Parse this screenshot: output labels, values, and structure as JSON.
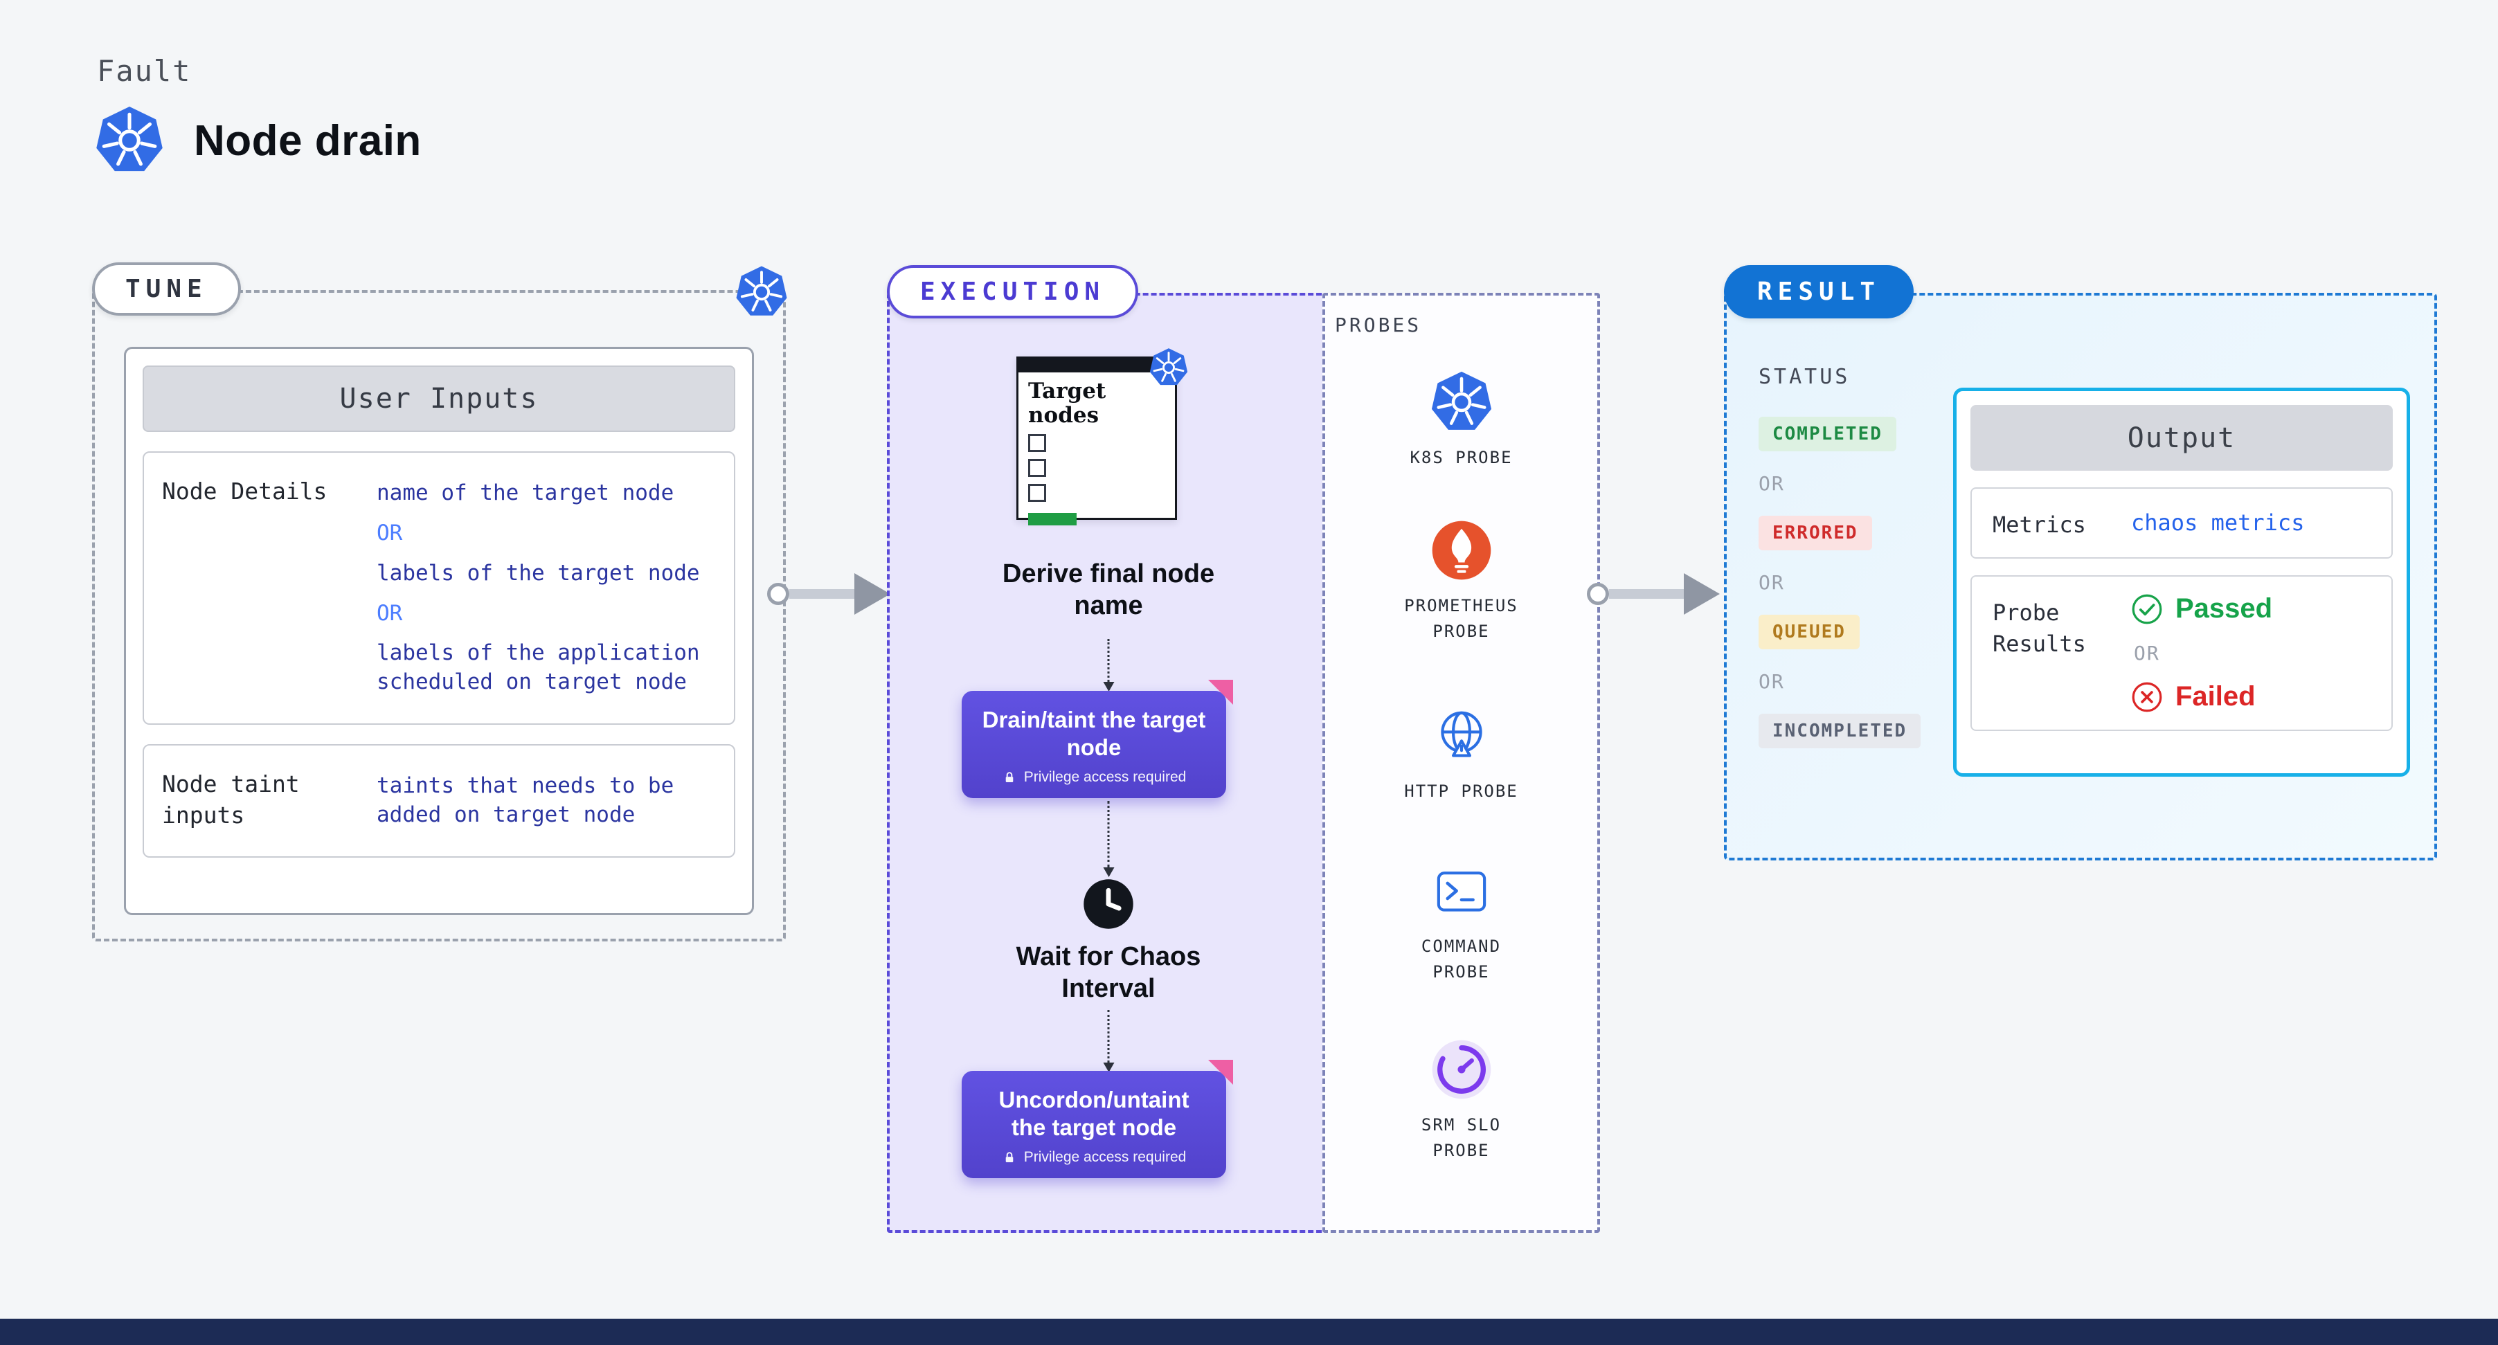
{
  "colors": {
    "bg": "#f4f6f8",
    "purple": "#5a4bd8",
    "purple-bg": "#e9e6fc",
    "blue": "#1273d4",
    "cyan": "#17b0e8",
    "k8s-blue": "#326ce5",
    "green": "#16a34a",
    "red": "#dc2626",
    "amber": "#b07a1e",
    "gray-border": "#9aa1ad",
    "navy-footer": "#1c2b55",
    "value-blue": "#2b35a0",
    "or-blue": "#4c7dff",
    "link-blue": "#2563eb"
  },
  "header": {
    "kicker": "Fault",
    "title": "Node drain",
    "icon": "kubernetes-icon"
  },
  "tune": {
    "label": "TUNE",
    "panel_title": "User Inputs",
    "rows": [
      {
        "label": "Node Details",
        "segments": [
          {
            "type": "value",
            "text": "name of the target node"
          },
          {
            "type": "or",
            "text": "OR"
          },
          {
            "type": "value",
            "text": "labels of the target node"
          },
          {
            "type": "or",
            "text": "OR"
          },
          {
            "type": "value",
            "text": "labels of the application scheduled on target node"
          }
        ]
      },
      {
        "label": "Node taint inputs",
        "segments": [
          {
            "type": "value",
            "text": "taints that needs to be added on target node"
          }
        ]
      }
    ]
  },
  "execution": {
    "label": "EXECUTION",
    "checklist": {
      "title": "Target nodes",
      "icon": "kubernetes-icon"
    },
    "step1": "Derive final node name",
    "action1": {
      "title": "Drain/taint the target node",
      "note": "Privilege access required",
      "icon": "lock-icon"
    },
    "step2": "Wait for Chaos Interval",
    "step2_icon": "clock-icon",
    "action2": {
      "title": "Uncordon/untaint the target node",
      "note": "Privilege access required",
      "icon": "lock-icon"
    }
  },
  "probes": {
    "label": "PROBES",
    "items": [
      {
        "label": "K8S PROBE",
        "icon": "kubernetes-icon"
      },
      {
        "label": "PROMETHEUS PROBE",
        "icon": "prometheus-icon"
      },
      {
        "label": "HTTP PROBE",
        "icon": "globe-icon"
      },
      {
        "label": "COMMAND PROBE",
        "icon": "terminal-icon"
      },
      {
        "label": "SRM SLO PROBE",
        "icon": "slo-gauge-icon"
      }
    ]
  },
  "result": {
    "label": "RESULT",
    "status_label": "STATUS",
    "or": "OR",
    "statuses": [
      {
        "label": "COMPLETED",
        "tone": "green"
      },
      {
        "label": "ERRORED",
        "tone": "red"
      },
      {
        "label": "QUEUED",
        "tone": "amber"
      },
      {
        "label": "INCOMPLETED",
        "tone": "gray"
      }
    ],
    "output": {
      "title": "Output",
      "metrics_label": "Metrics",
      "metrics_value": "chaos metrics",
      "probe_results_label": "Probe Results",
      "passed": "Passed",
      "or": "OR",
      "failed": "Failed",
      "passed_icon": "check-circle-icon",
      "failed_icon": "x-circle-icon"
    }
  }
}
